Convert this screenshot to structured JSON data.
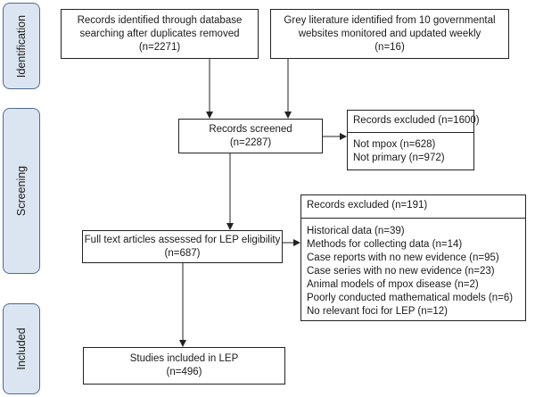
{
  "stages": {
    "identification": "Identification",
    "screening": "Screening",
    "included": "Included"
  },
  "boxes": {
    "database_records": {
      "line1": "Records identified through database",
      "line2": "searching after duplicates removed",
      "line3": "(n=2271)"
    },
    "grey_literature": {
      "line1": "Grey literature identified from 10 governmental",
      "line2": "websites monitored and updated weekly",
      "line3": "(n=16)"
    },
    "records_screened": {
      "line1": "Records screened",
      "line2": "(n=2287)"
    },
    "records_excluded_screen": {
      "title": "Records excluded (n=1600)",
      "items": [
        "Not mpox (n=628)",
        "Not primary (n=972)"
      ]
    },
    "full_text": {
      "line1": "Full text articles assessed for LEP eligibility",
      "line2": "(n=687)"
    },
    "records_excluded_fulltext": {
      "title": "Records excluded (n=191)",
      "items": [
        "Historical data (n=39)",
        "Methods for collecting data (n=14)",
        "Case reports with no new evidence (n=95)",
        "Case series with no new evidence (n=23)",
        "Animal models of mpox disease (n=2)",
        "Poorly conducted mathematical models (n=6)",
        "No relevant foci for LEP (n=12)"
      ]
    },
    "studies_included": {
      "line1": "Studies included in LEP",
      "line2": "(n=496)"
    }
  }
}
